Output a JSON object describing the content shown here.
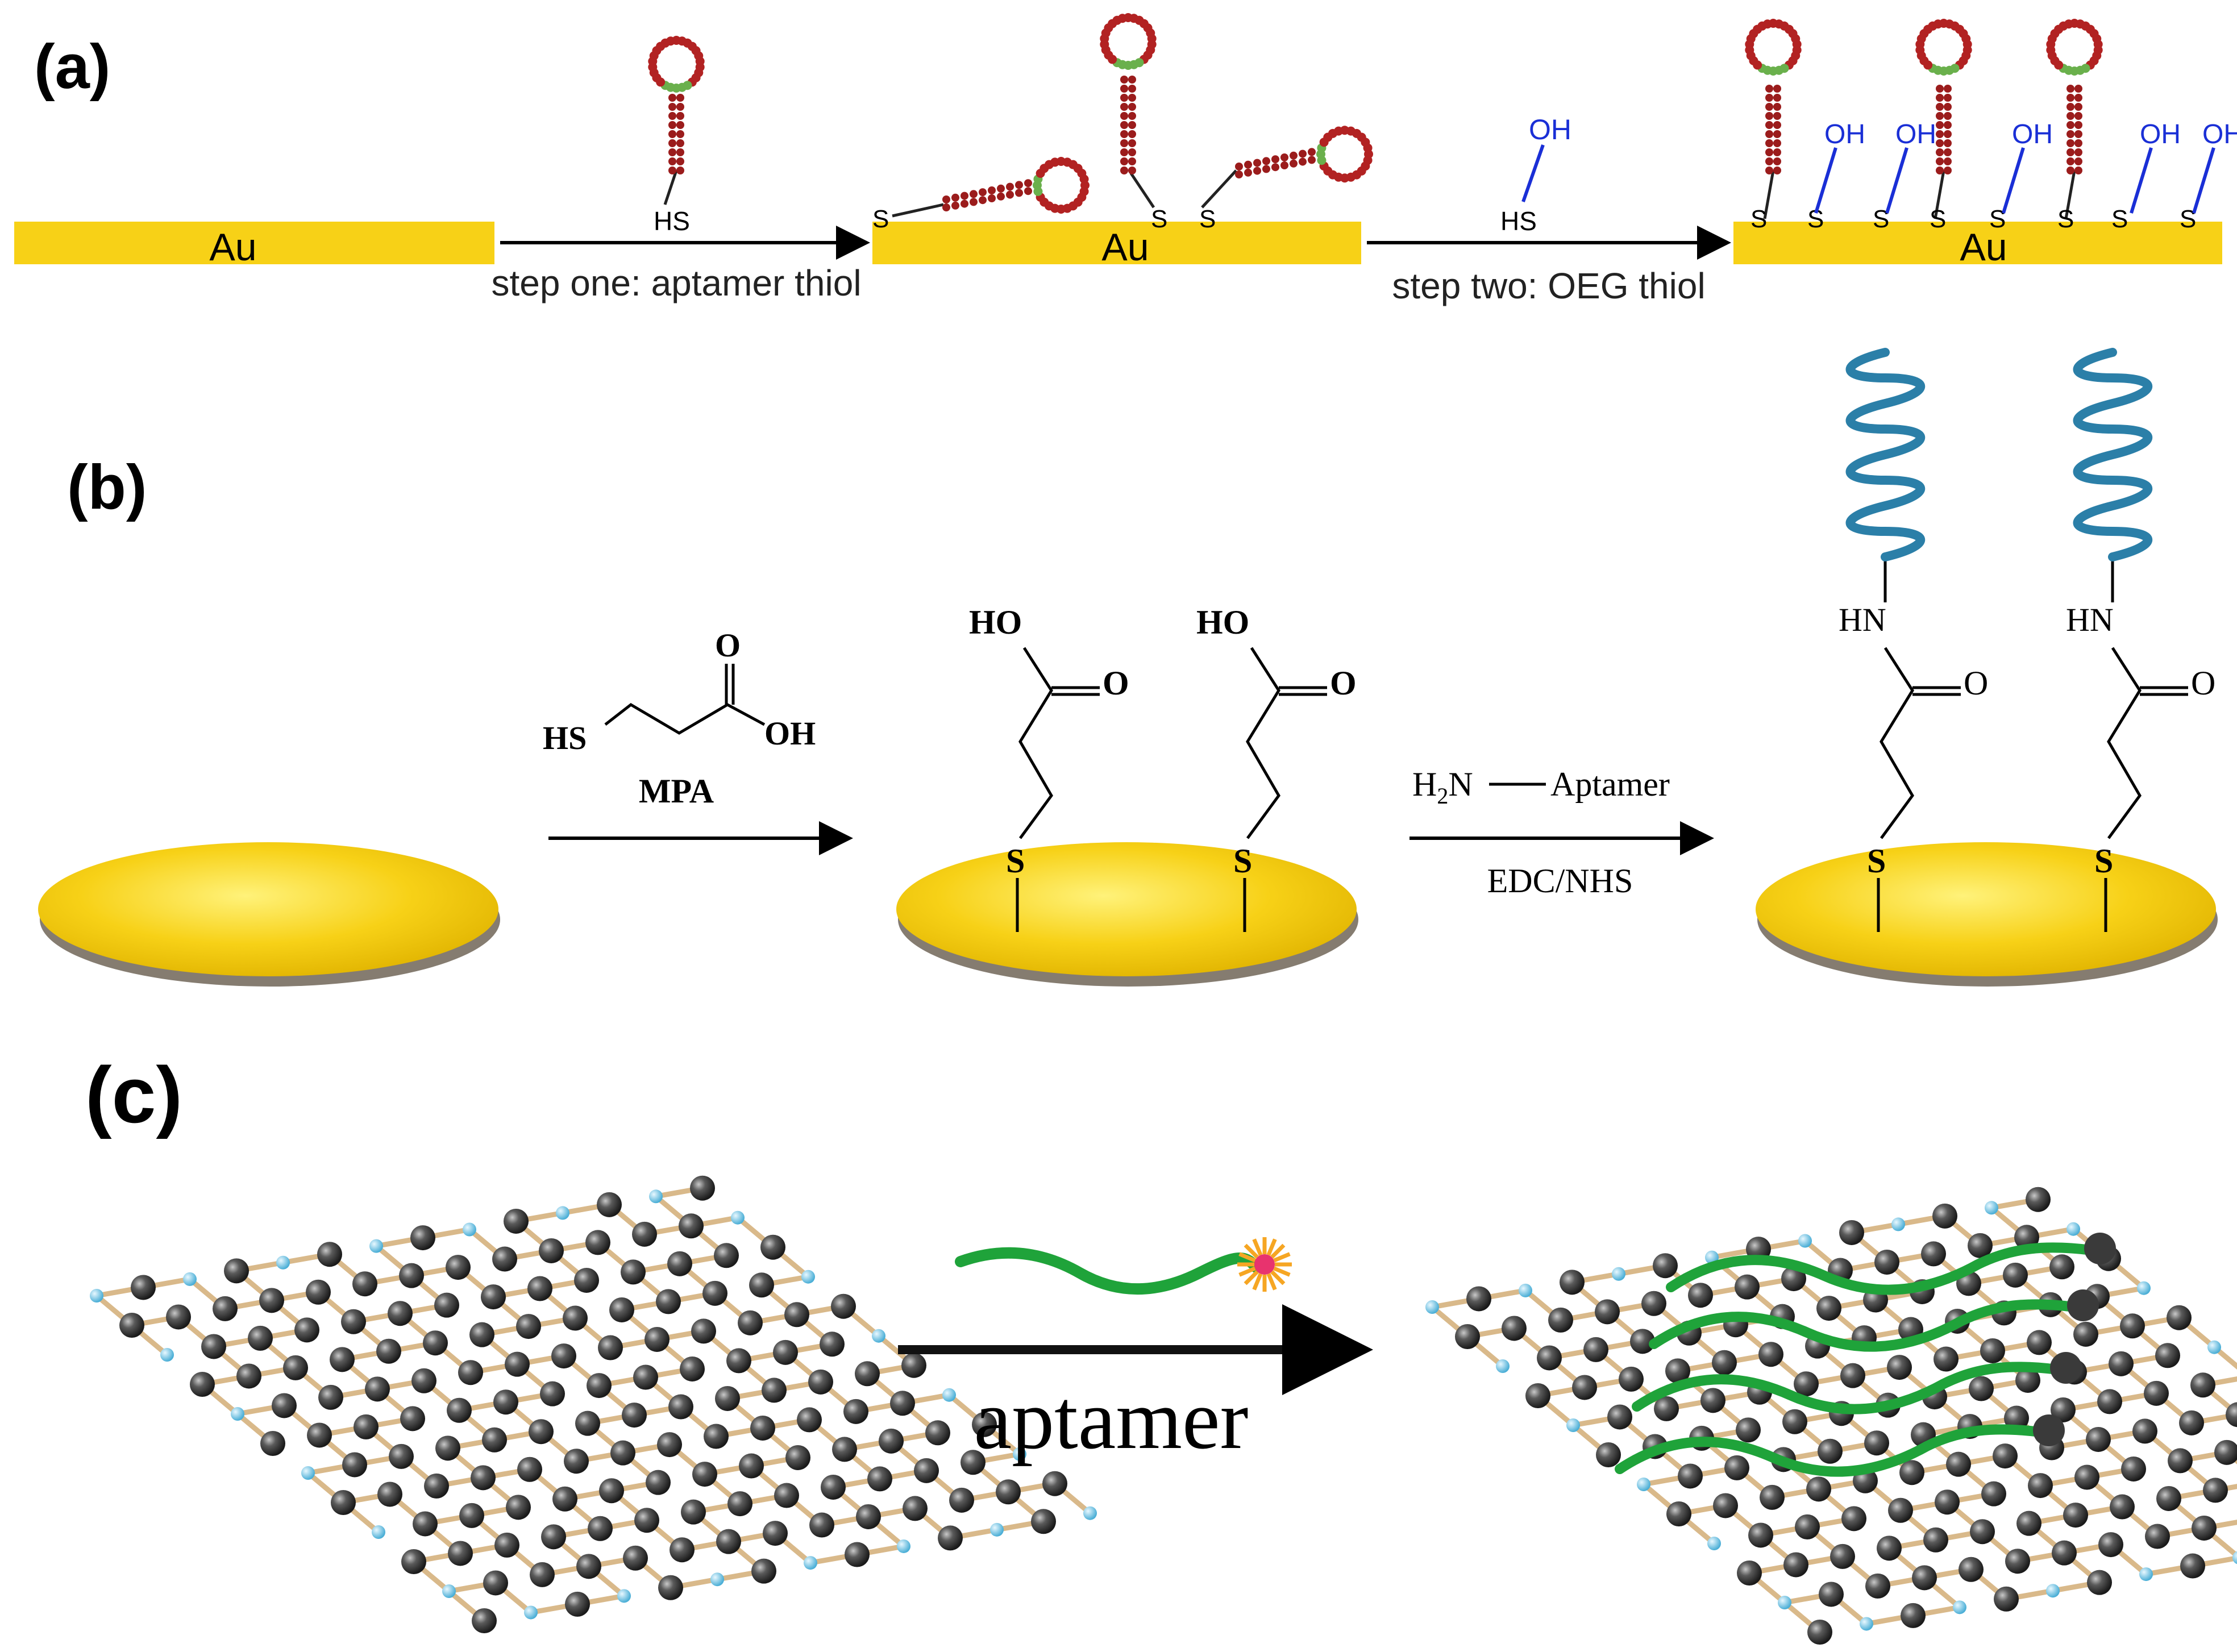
{
  "panels": {
    "a": {
      "letter": "(a)",
      "au_label": "Au",
      "hs_label": "HS",
      "s_label": "S",
      "oh_label": "OH",
      "step_one": "step one: aptamer thiol",
      "step_two": "step two: OEG thiol"
    },
    "b": {
      "letter": "(b)",
      "mpa_hs": "HS",
      "mpa_o": "O",
      "mpa_oh": "OH",
      "mpa_name": "MPA",
      "ho": "HO",
      "o": "O",
      "s": "S",
      "h2n": "H",
      "h2n_sub": "2",
      "h2n_n": "N",
      "aptamer": "Aptamer",
      "edc_nhs": "EDC/NHS",
      "hn": "HN"
    },
    "c": {
      "letter": "(c)",
      "arrow_label": "aptamer"
    }
  },
  "colors": {
    "gold": "#f7d117",
    "gold_edge": "#e2b800",
    "gold_shadow": "#7a6a4a",
    "stem_red": "#9b1c1c",
    "loop_red": "#b22222",
    "loop_green": "#6ab04c",
    "oh_blue": "#1a2fd6",
    "helix_blue": "#2b7fa8",
    "aptamer_green": "#1fa33a",
    "carbon": "#3a3a3a",
    "hydrogen": "#6ec6e8",
    "bond_tan": "#d9b98a"
  }
}
